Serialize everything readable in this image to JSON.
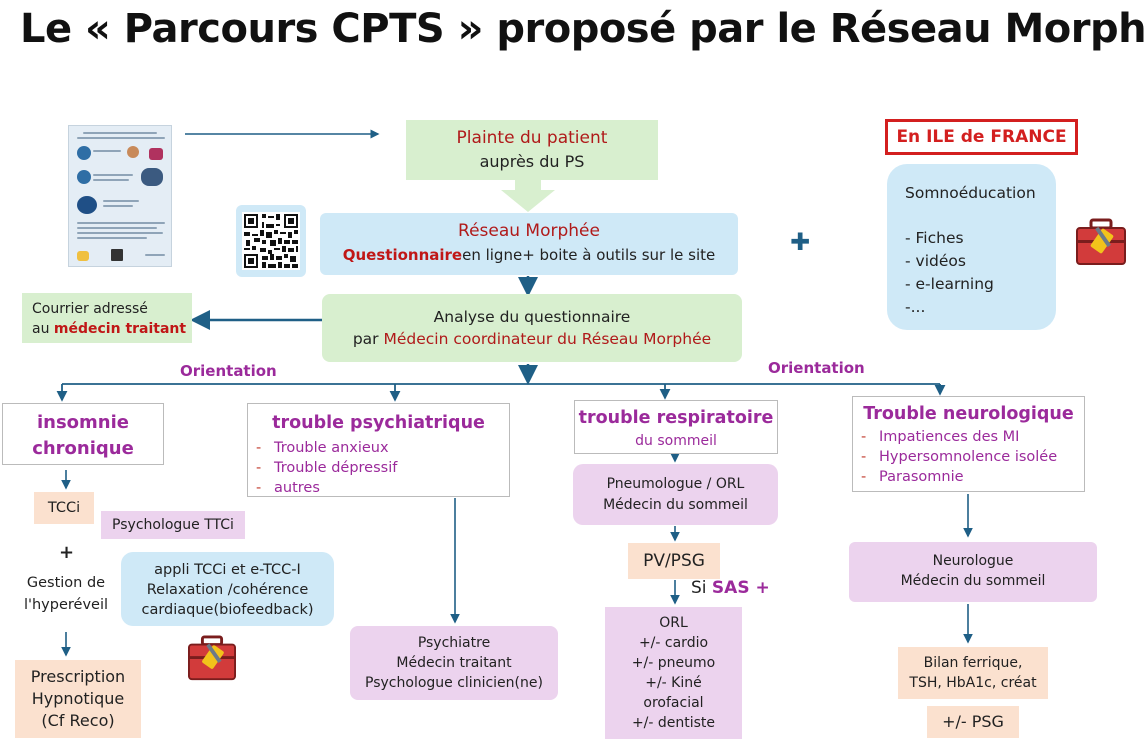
{
  "title": "Le « Parcours CPTS » proposé par le Réseau Morphée",
  "plainte": {
    "line1": "Plainte du patient",
    "line2": "auprès du PS"
  },
  "reseau": {
    "line1": "Réseau Morphée",
    "questionnaire": "Questionnaire",
    "rest": "en ligne+ boite à outils sur le site"
  },
  "analyse": {
    "line1": "Analyse du questionnaire",
    "prefix": "par ",
    "highlight": "Médecin coordinateur du Réseau Morphée"
  },
  "courrier": {
    "line1": "Courrier adressé",
    "prefix": "au ",
    "highlight": "médecin traitant"
  },
  "idf": {
    "label": "En ILE de FRANCE"
  },
  "plus_sign": "✚",
  "somno": {
    "title": "Somnoéducation",
    "items": [
      "- Fiches",
      "- vidéos",
      "- e-learning",
      "-..."
    ]
  },
  "orientation": [
    "Orientation",
    "Orientation"
  ],
  "insomnie": {
    "title_line1": "insomnie",
    "title_line2": "chronique",
    "tcci": "TCCi",
    "psychologue": "Psychologue TTCi",
    "plus": "+",
    "gestion": [
      "Gestion de",
      "l'hyperéveil"
    ],
    "appli": [
      "appli TCCi et e-TCC-I",
      "Relaxation /cohérence",
      "cardiaque(biofeedback)"
    ],
    "prescription": [
      "Prescription",
      "Hypnotique",
      "(Cf Reco)"
    ]
  },
  "psy": {
    "title": "trouble psychiatrique",
    "items": [
      "Trouble anxieux",
      "Trouble dépressif",
      "autres"
    ],
    "referral": [
      "Psychiatre",
      "Médecin traitant",
      "Psychologue clinicien(ne)"
    ]
  },
  "resp": {
    "title": "trouble respiratoire",
    "subtitle": "du sommeil",
    "referral": [
      "Pneumologue / ORL",
      "Médecin du sommeil"
    ],
    "pvpsg": "PV/PSG",
    "si": "Si ",
    "sas": "SAS +",
    "orl": [
      "ORL",
      "+/- cardio",
      "+/- pneumo",
      "+/- Kiné",
      "orofacial",
      "+/- dentiste"
    ]
  },
  "neuro": {
    "title": "Trouble neurologique",
    "items": [
      "Impatiences des MI",
      "Hypersomnolence isolée",
      "Parasomnie"
    ],
    "referral": [
      "Neurologue",
      "Médecin du sommeil"
    ],
    "bilan": [
      "Bilan ferrique,",
      "TSH, HbA1c, créat"
    ],
    "psg": "+/- PSG"
  },
  "colors": {
    "green": "#d8efcf",
    "blue": "#cfe9f7",
    "pink": "#ecd3ee",
    "peach": "#fbe1cf",
    "purple": "#9b2a9b",
    "red": "#c01717",
    "arrow": "#1f5f86"
  }
}
